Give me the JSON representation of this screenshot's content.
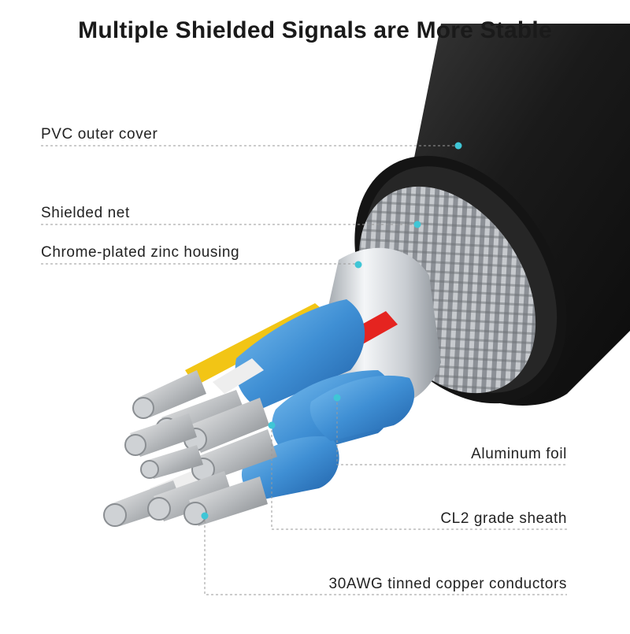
{
  "title": "Multiple Shielded Signals are More Stable",
  "labels": {
    "pvc": "PVC outer cover",
    "shielded_net": "Shielded net",
    "chrome": "Chrome-plated zinc housing",
    "aluminum": "Aluminum foil",
    "cl2": "CL2 grade sheath",
    "copper": "30AWG tinned copper conductors"
  },
  "colors": {
    "cable_black": "#1c1c1c",
    "leader": "#9a9a9a",
    "marker": "#3fc6d6",
    "blue_sheath": "#3f8fd4",
    "yellow_wire": "#f2c515",
    "red_wire": "#e52420",
    "white_wire": "#eeeeee"
  }
}
